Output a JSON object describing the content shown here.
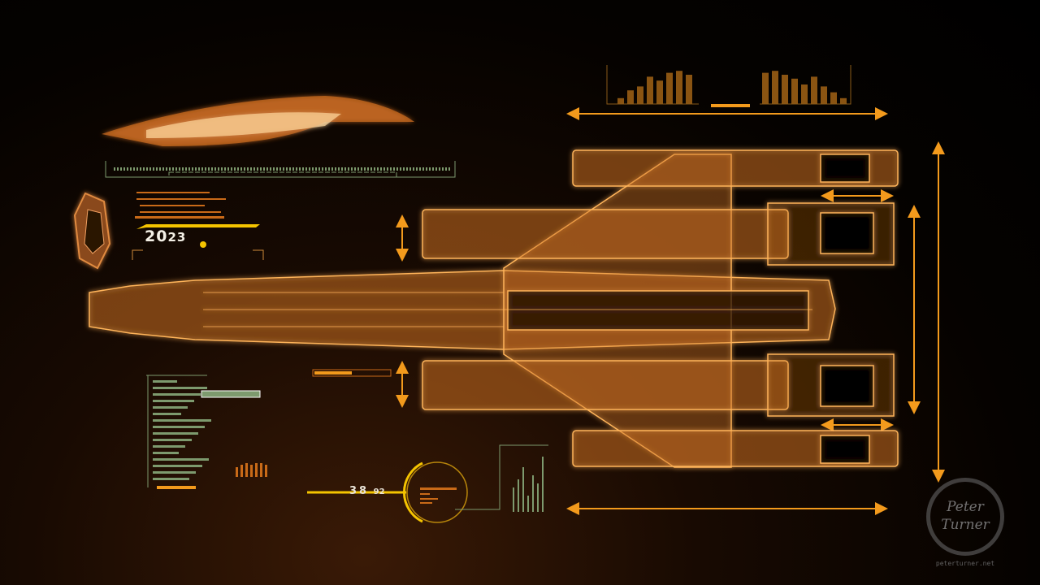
{
  "hud": {
    "year_major": "20",
    "year_minor": "23",
    "readout_major": "38",
    "readout_minor": "92"
  },
  "watermark": {
    "name": "Peter Turner",
    "url": "peterturner.net"
  },
  "colors": {
    "accent": "#f39a1c",
    "glow": "#ffb050",
    "green": "#7d9a6e",
    "yellow": "#f5c400"
  },
  "bars_left": [
    0.15,
    0.35,
    0.45,
    0.7,
    0.6,
    0.8,
    0.85,
    0.75
  ],
  "bars_right": [
    0.8,
    0.85,
    0.75,
    0.65,
    0.5,
    0.7,
    0.45,
    0.3,
    0.15
  ]
}
